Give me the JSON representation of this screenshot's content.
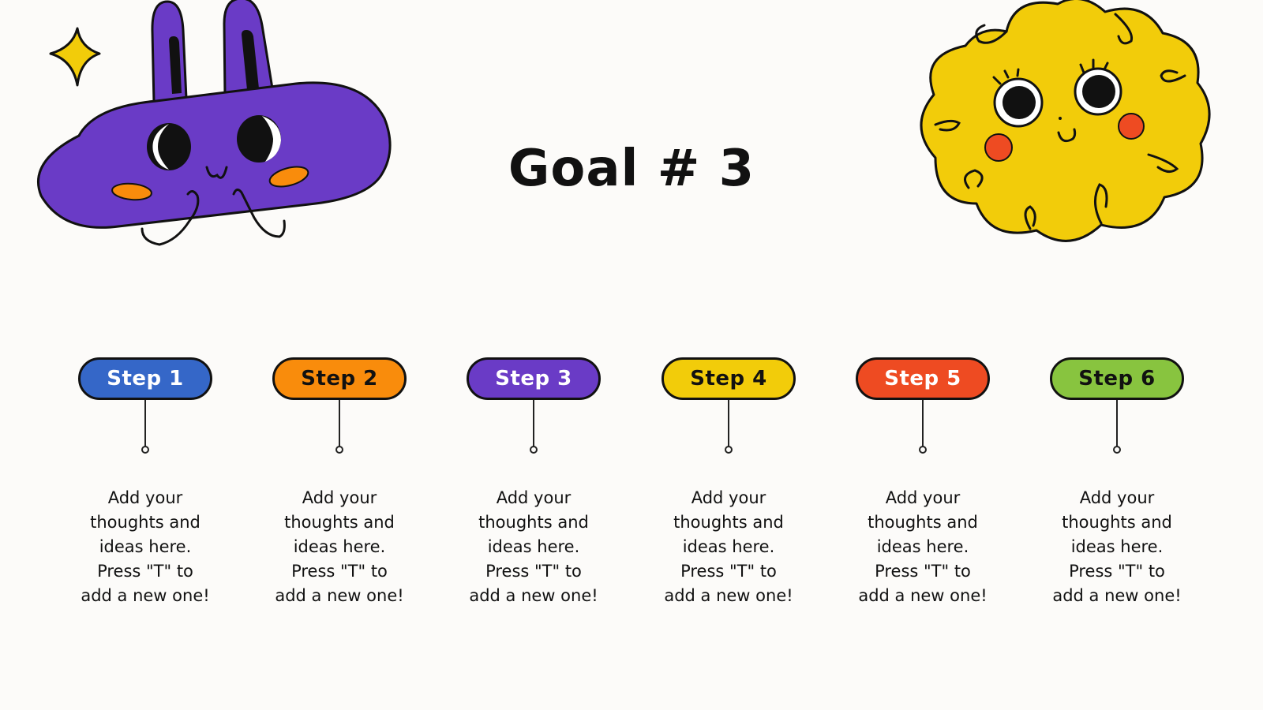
{
  "title": "Goal # 3",
  "steps": [
    {
      "label": "Step 1",
      "color": "#3567c8",
      "text_color": "#ffffff",
      "text": "Add your\nthoughts and\nideas here.\nPress \"T\" to\nadd a new one!"
    },
    {
      "label": "Step 2",
      "color": "#f98c0c",
      "text_color": "#111111",
      "text": "Add your\nthoughts and\nideas here.\nPress \"T\" to\nadd a new one!"
    },
    {
      "label": "Step 3",
      "color": "#6a3bc6",
      "text_color": "#ffffff",
      "text": "Add your\nthoughts and\nideas here.\nPress \"T\" to\nadd a new one!"
    },
    {
      "label": "Step 4",
      "color": "#f2cc0a",
      "text_color": "#111111",
      "text": "Add your\nthoughts and\nideas here.\nPress \"T\" to\nadd a new one!"
    },
    {
      "label": "Step 5",
      "color": "#ee4b22",
      "text_color": "#ffffff",
      "text": "Add your\nthoughts and\nideas here.\nPress \"T\" to\nadd a new one!"
    },
    {
      "label": "Step 6",
      "color": "#88c43f",
      "text_color": "#111111",
      "text": "Add your\nthoughts and\nideas here.\nPress \"T\" to\nadd a new one!"
    }
  ],
  "illustrations": {
    "bunny_color": "#6a3bc6",
    "sparkle_color": "#f2cc0a",
    "flower_color": "#f2cc0a",
    "cheek_orange": "#f98c0c",
    "cheek_red": "#ee4b22"
  }
}
